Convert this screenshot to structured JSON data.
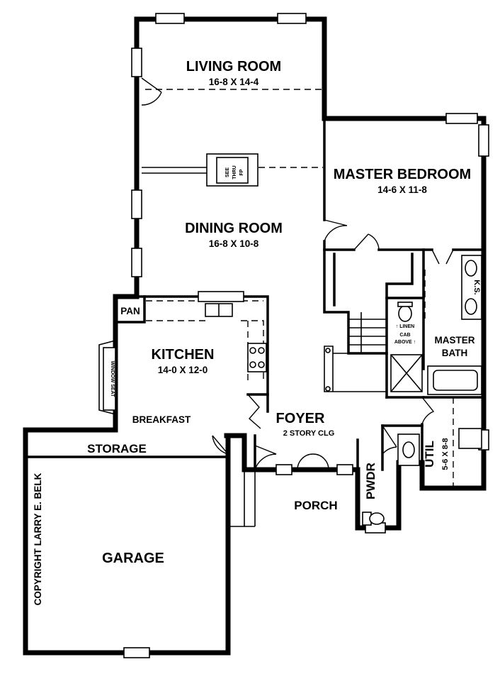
{
  "rooms": {
    "living": {
      "name": "LIVING ROOM",
      "dims": "16-8 X 14-4"
    },
    "master_bedroom": {
      "name": "MASTER BEDROOM",
      "dims": "14-6 X 11-8"
    },
    "dining": {
      "name": "DINING ROOM",
      "dims": "16-8 X 10-8"
    },
    "kitchen": {
      "name": "KITCHEN",
      "dims": "14-0 X 12-0"
    },
    "pan": {
      "name": "PAN"
    },
    "window_seat": {
      "name": "WINDOW SEAT"
    },
    "breakfast": {
      "name": "BREAKFAST"
    },
    "master_bath": {
      "name_line1": "MASTER",
      "name_line2": "BATH"
    },
    "foyer": {
      "name": "FOYER",
      "note": "2 STORY CLG"
    },
    "storage": {
      "name": "STORAGE"
    },
    "pwdr": {
      "name": "PWDR"
    },
    "util": {
      "name": "UTIL",
      "dims": "5-6 X 8-8"
    },
    "porch": {
      "name": "PORCH"
    },
    "garage": {
      "name": "GARAGE"
    }
  },
  "fixtures": {
    "fireplace": {
      "line1": "SEE",
      "line2": "THRU",
      "line3": "FP"
    },
    "ks": "K.S.",
    "linen": "↑ LINEN",
    "cab_line1": "CAB",
    "cab_line2": "ABOVE ↑"
  },
  "copyright": "COPYRIGHT LARRY E. BELK"
}
